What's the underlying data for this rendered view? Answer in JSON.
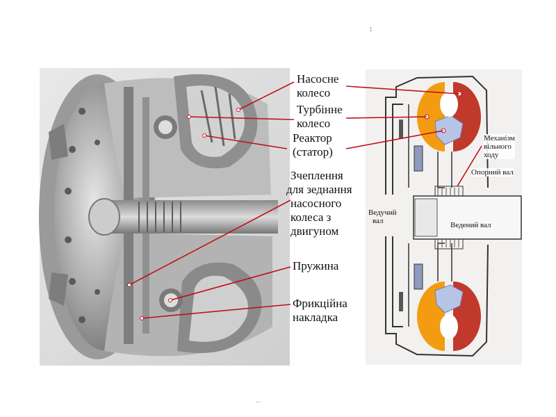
{
  "header_mark": ":",
  "footer_mark": "··",
  "labels": {
    "pump": [
      "Насосне",
      "колесо"
    ],
    "turbine": [
      "Турбінне",
      "колесо"
    ],
    "reactor": [
      "Реактор",
      "(статор)"
    ],
    "clutch": [
      "Зчеплення",
      "для зеднання",
      "насосного",
      "колеса з",
      "двигуном"
    ],
    "spring": "Пружина",
    "friction": [
      "Фрикційна",
      "накладка"
    ]
  },
  "schematic": {
    "freewheel": [
      "Механізм",
      "вільного",
      "ходу"
    ],
    "support_shaft": "Опорний вал",
    "drive_shaft": [
      "Ведучий",
      "вал"
    ],
    "driven_shaft": "Ведений вал"
  },
  "colors": {
    "pump_red": "#c0392b",
    "turbine_orange": "#f39c12",
    "stator_blue": "#b8c4e6",
    "leader_line": "#c0121a"
  }
}
